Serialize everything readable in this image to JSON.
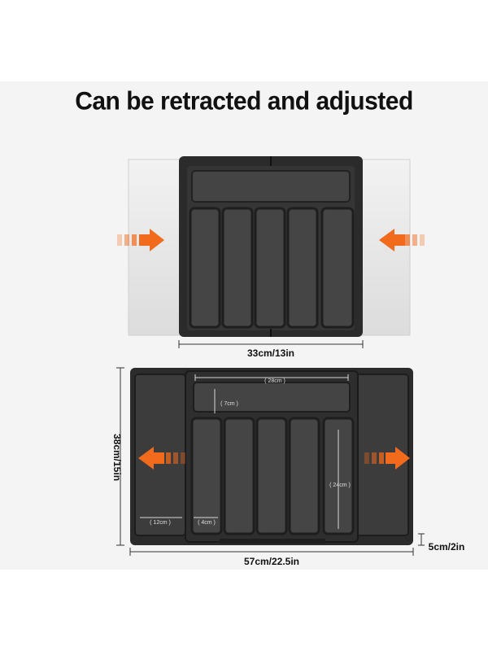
{
  "headline": "Can be retracted and adjusted",
  "dimensions": {
    "retracted_width": "33cm/13in",
    "expanded_width": "57cm/22.5in",
    "depth": "38cm/15in",
    "height": "5cm/2in",
    "long_slot_width": "( 28cm )",
    "long_slot_depth": "( 7cm )",
    "side_bin_width": "( 12cm )",
    "slot_width": "( 4cm )",
    "slot_length": "( 24cm )"
  },
  "colors": {
    "tray": "#2b2b2b",
    "tray_inner": "#3a3a3a",
    "arrow": "#f26a1b",
    "extension_ghost": "#e6e6e6"
  }
}
